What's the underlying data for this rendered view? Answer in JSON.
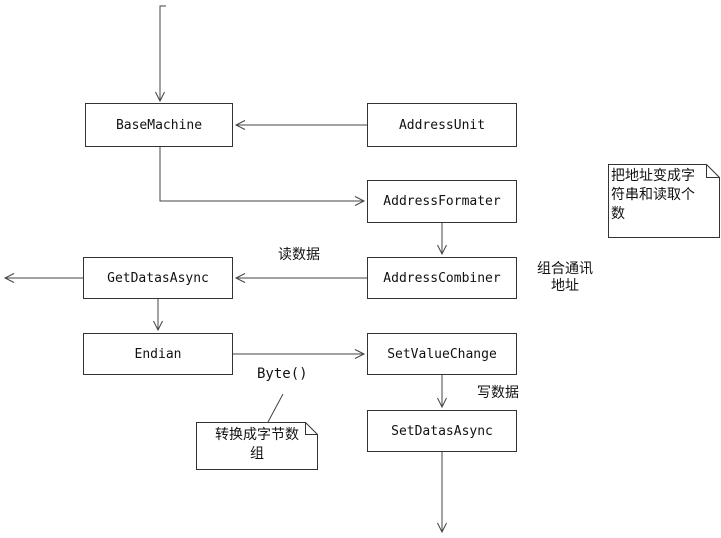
{
  "colors": {
    "background": "#ffffff",
    "stroke": "#444444",
    "text": "#111111"
  },
  "nodes": {
    "base_machine": "BaseMachine",
    "address_unit": "AddressUnit",
    "address_formater": "AddressFormater",
    "get_datas_async": "GetDatasAsync",
    "address_combiner": "AddressCombiner",
    "endian": "Endian",
    "set_value_change": "SetValueChange",
    "set_datas_async": "SetDatasAsync"
  },
  "notes": {
    "address_note": "把地址变成字符串和读取个数",
    "byte_note": "转换成字节数组"
  },
  "edge_labels": {
    "read_data": "读数据",
    "combine_address": "组合通讯地址",
    "byte_call": "Byte()",
    "write_data": "写数据"
  }
}
